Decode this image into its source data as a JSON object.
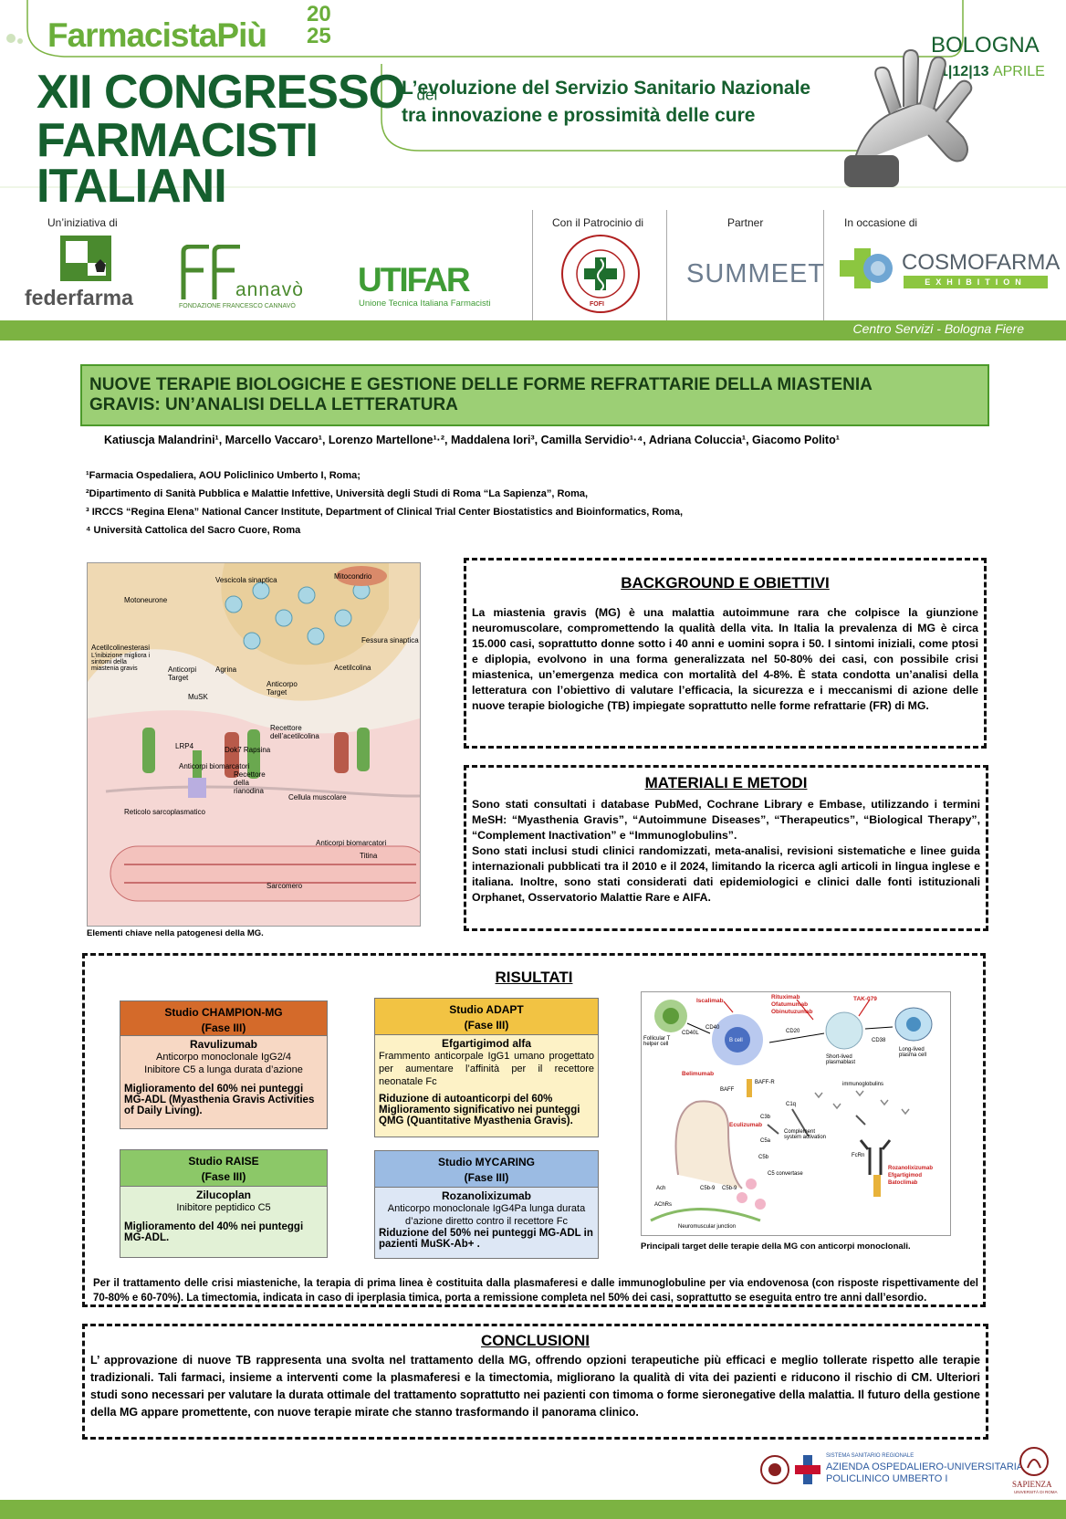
{
  "header": {
    "brand": "FarmacistaPiù",
    "year_top": "20",
    "year_bottom": "25",
    "congress_line1": "XII CONGRESSO",
    "congress_dei": "dei",
    "congress_line2": "FARMACISTI",
    "congress_line3": "ITALIANI",
    "headline_line1": "L’evoluzione del Servizio Sanitario Nazionale",
    "headline_line2": "tra innovazione e prossimità delle cure",
    "city": "BOLOGNA",
    "day1": "11",
    "day2": "12",
    "day3": "13",
    "month": "APRILE"
  },
  "logos": {
    "initiative_label": "Un’iniziativa di",
    "federfarma": "federfarma",
    "cannavo_main": "annavò",
    "cannavo_sub": "FONDAZIONE FRANCESCO CANNAVÒ",
    "utifar": "UTIFAR",
    "utifar_sub": "Unione Tecnica Italiana Farmacisti",
    "patronage_label": "Con il Patrocinio di",
    "fofi": "FOFI",
    "partner_label": "Partner",
    "summeet": "SUMMEET",
    "occasion_label": "In occasione di",
    "cosmofarma": "COSMOFARMA",
    "cosmofarma_sub": "EXHIBITION",
    "venue": "Centro Servizi - Bologna Fiere"
  },
  "poster": {
    "title_line1": "NUOVE TERAPIE BIOLOGICHE E GESTIONE DELLE FORME REFRATTARIE DELLA MIASTENIA",
    "title_line2": "GRAVIS: UN’ANALISI DELLA LETTERATURA",
    "authors": "Katiuscja Malandrini¹, Marcello Vaccaro¹, Lorenzo Martellone¹·², Maddalena Iori³, Camilla Servidio¹·⁴, Adriana Coluccia¹, Giacomo Polito¹",
    "affiliations": [
      "¹Farmacia Ospedaliera, AOU Policlinico Umberto I, Roma;",
      "²Dipartimento di Sanità Pubblica e Malattie Infettive, Università degli Studi di Roma “La Sapienza”, Roma,",
      "³ IRCCS “Regina Elena” National Cancer Institute, Department of Clinical Trial Center Biostatistics and Bioinformatics, Roma,",
      "⁴ Università Cattolica del Sacro Cuore, Roma"
    ]
  },
  "figure1": {
    "labels": {
      "motoneurone": "Motoneurone",
      "vescicola": "Vescicola sinaptica",
      "mitocondrio": "Mitocondrio",
      "fessura": "Fessura sinaptica",
      "acetil": "Acetilcolinesterasi",
      "inib": "L’inibizione migliora i sintomi della miastenia gravis",
      "target1": "Anticorpi Target",
      "agrina": "Agrina",
      "musk": "MuSK",
      "target2": "Anticorpo Target",
      "acetilcolina": "Acetilcolina",
      "recettore": "Recettore dell’acetilcolina",
      "lrp4": "LRP4",
      "dok7": "Dok7 Rapsina",
      "biomarc": "Anticorpi biomarcatori",
      "rianodina": "Recettore della rianodina",
      "cellula": "Cellula muscolare",
      "reticolo": "Reticolo sarcoplasmatico",
      "biomarc2": "Anticorpi biomarcatori",
      "titina": "Titina",
      "sarcomero": "Sarcomero"
    },
    "caption": "Elementi chiave nella patogenesi della MG."
  },
  "background": {
    "heading": "BACKGROUND E OBIETTIVI",
    "text": "La miastenia gravis (MG) è una malattia autoimmune rara che colpisce la giunzione neuromuscolare, compromettendo la qualità della vita. In Italia la prevalenza di MG è circa 15.000 casi, soprattutto donne sotto i 40 anni e uomini sopra i 50. I sintomi iniziali, come ptosi e diplopia, evolvono in una forma generalizzata nel 50-80% dei casi, con possibile crisi miastenica, un’emergenza medica con mortalità del 4-8%. È stata condotta un’analisi della letteratura con l’obiettivo di valutare l’efficacia, la sicurezza e i meccanismi di azione delle nuove terapie biologiche (TB) impiegate soprattutto nelle forme refrattarie (FR) di MG."
  },
  "methods": {
    "heading": "MATERIALI E METODI",
    "text1": "Sono stati consultati i database PubMed, Cochrane Library e Embase, utilizzando i termini MeSH: “Myasthenia Gravis”, “Autoimmune Diseases”, “Therapeutics”, “Biological Therapy”, “Complement Inactivation” e “Immunoglobulins”.",
    "text2": "Sono stati inclusi studi clinici randomizzati, meta-analisi, revisioni sistematiche e linee guida internazionali pubblicati tra il 2010 e il 2024, limitando la ricerca agli articoli in lingua inglese e italiana. Inoltre, sono stati considerati dati epidemiologici e clinici dalle fonti istituzionali Orphanet, Osservatorio Malattie Rare e AIFA."
  },
  "results": {
    "heading": "RISULTATI",
    "champion": {
      "title": "Studio CHAMPION-MG",
      "phase": "(Fase III)",
      "drug": "Ravulizumab",
      "desc1": "Anticorpo monoclonale IgG2/4",
      "desc2": "Inibitore C5 a lunga durata d’azione",
      "result": "Miglioramento del 60% nei punteggi MG-ADL (Myasthenia Gravis Activities of Daily Living).",
      "color": "#d46a2a",
      "bg": "#f7d8c4"
    },
    "adapt": {
      "title": "Studio ADAPT",
      "phase": "(Fase III)",
      "drug": "Efgartigimod alfa",
      "desc": "Frammento anticorpale IgG1 umano progettato per aumentare l’affinità per il recettore neonatale Fc",
      "result": "Riduzione di autoanticorpi del 60% Miglioramento significativo nei punteggi QMG (Quantitative Myasthenia Gravis).",
      "color": "#f2c343",
      "bg": "#fdf2c6"
    },
    "raise": {
      "title": "Studio RAISE",
      "phase": "(Fase III)",
      "drug": "Zilucoplan",
      "desc": "Inibitore peptidico C5",
      "result": "Miglioramento del 40% nei punteggi MG-ADL.",
      "color": "#8cc868",
      "bg": "#e2f1d6"
    },
    "mycaring": {
      "title": "Studio MYCARING",
      "phase": "(Fase III)",
      "drug": "Rozanolixizumab",
      "desc": "Anticorpo monoclonale IgG4Pa lunga durata d’azione diretto contro il recettore Fc",
      "result": "Riduzione del 50% nei punteggi MG-ADL in pazienti MuSK-Ab+ .",
      "color": "#9bbbe3",
      "bg": "#dde7f5"
    },
    "figure2": {
      "labels": {
        "folltcell": "Follicular T helper cell",
        "cd40l": "CD40L",
        "cd40": "CD40",
        "isc": "Iscalimab",
        "ritux": "Rituximab",
        "ofatum": "Ofatumumab",
        "obinut": "Obinutuzumab",
        "tak": "TAK-079",
        "bcell": "B cell",
        "cd20": "CD20",
        "cd38": "CD38",
        "short": "Short-lived plasmablast",
        "long": "Long-lived plasma cell",
        "belim": "Belimumab",
        "baffr": "BAFF-R",
        "baff": "BAFF",
        "immuno": "immunoglobulins",
        "c1q": "C1q",
        "c3b": "C3b",
        "compl": "Complement system activation",
        "eculiz": "Eculizumab",
        "c5a": "C5a",
        "c5b": "C5b",
        "c5conv": "C5 convertase",
        "fcrn": "FcRn",
        "rozan": "Rozanolixizumab",
        "efgar": "Efgartigimod",
        "batoc": "Batoclimab",
        "ach": "Ach",
        "achrs": "AChRs",
        "c5b9a": "C5b-9",
        "c5b9b": "C5b-9",
        "nmj": "Neuromuscular junction"
      },
      "caption": "Principali target delle terapie della MG con anticorpi monoclonali."
    },
    "footer": "Per il trattamento delle crisi miasteniche, la terapia di prima linea è costituita dalla plasmaferesi e dalle  immunoglobuline per via endovenosa (con risposte rispettivamente del 70-80% e 60-70%). La timectomia, indicata in caso di iperplasia timica, porta a remissione completa nel 50% dei casi, soprattutto se eseguita entro tre anni dall’esordio."
  },
  "conclusions": {
    "heading": "CONCLUSIONI",
    "text": "L’ approvazione di nuove TB rappresenta una svolta nel trattamento della MG, offrendo opzioni terapeutiche più efficaci e meglio tollerate rispetto alle terapie tradizionali. Tali farmaci, insieme a interventi come la plasmaferesi e la timectomia, migliorano la qualità di vita dei pazienti e riducono il rischio di CM. Ulteriori studi sono necessari per valutare la durata ottimale del trattamento soprattutto nei pazienti con timoma o forme sieronegative della malattia. Il futuro della gestione della MG appare promettente, con nuove terapie mirate che stanno trasformando il panorama clinico."
  },
  "footer_logos": {
    "ssr": "SISTEMA SANITARIO REGIONALE",
    "azienda": "AZIENDA OSPEDALIERO-UNIVERSITARIA",
    "policlinico": "POLICLINICO UMBERTO I",
    "sapienza": "SAPIENZA",
    "sapienza_sub": "UNIVERSITÀ DI ROMA"
  },
  "colors": {
    "green_dark": "#155f2e",
    "green": "#6aae3a",
    "title_bg": "#9ccf75"
  }
}
